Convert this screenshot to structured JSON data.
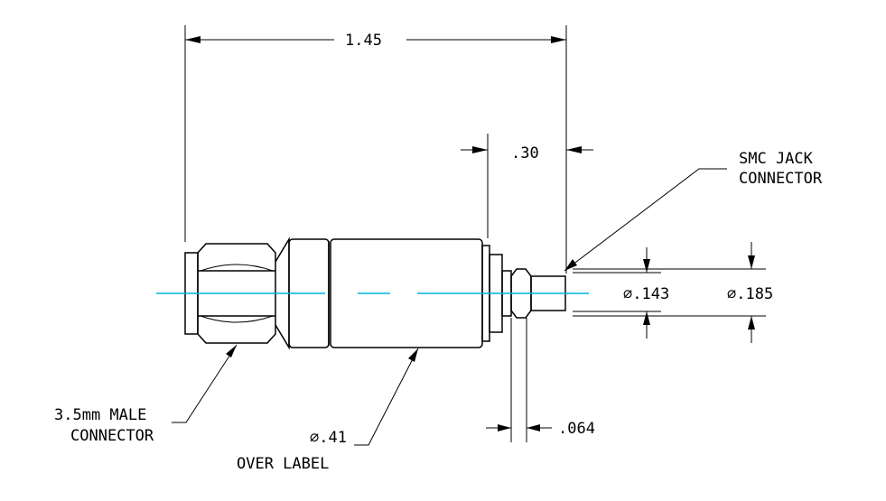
{
  "dimensions": {
    "overall_length": "1.45",
    "smc_length": ".30",
    "inner_diameter": "⌀.143",
    "outer_diameter": "⌀.185",
    "flange_width": ".064"
  },
  "callouts": {
    "smc_line1": "SMC JACK",
    "smc_line2": "CONNECTOR",
    "male_line1": "3.5mm MALE",
    "male_line2": "CONNECTOR",
    "body_line1": "⌀.41",
    "body_line2": "OVER LABEL"
  },
  "colors": {
    "centerline": "#00b4d8",
    "ink": "#000000"
  }
}
